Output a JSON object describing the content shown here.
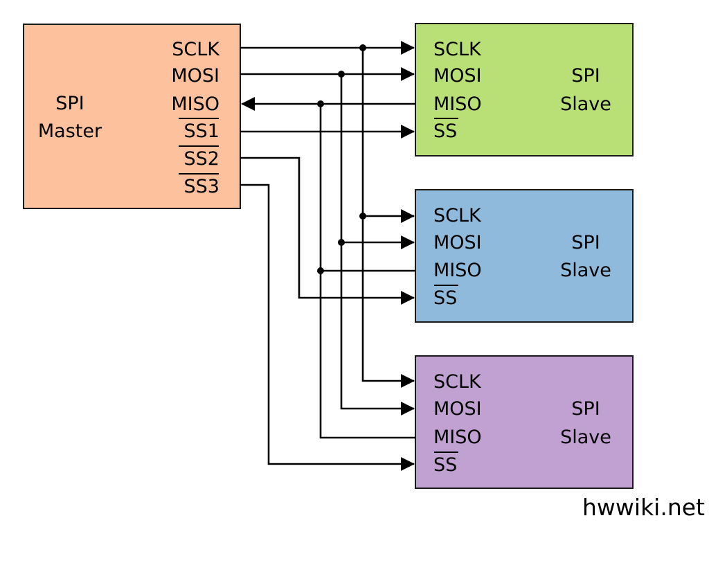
{
  "master": {
    "title_line1": "SPI",
    "title_line2": "Master",
    "color": "#fdc29d",
    "pins": [
      "SCLK",
      "MOSI",
      "MISO",
      "SS1",
      "SS2",
      "SS3"
    ]
  },
  "slaves": [
    {
      "color": "#b8e077",
      "title_line1": "SPI",
      "title_line2": "Slave",
      "pins": [
        "SCLK",
        "MOSI",
        "MISO",
        "SS"
      ]
    },
    {
      "color": "#8fbadb",
      "title_line1": "SPI",
      "title_line2": "Slave",
      "pins": [
        "SCLK",
        "MOSI",
        "MISO",
        "SS"
      ]
    },
    {
      "color": "#c0a1d1",
      "title_line1": "SPI",
      "title_line2": "Slave",
      "pins": [
        "SCLK",
        "MOSI",
        "MISO",
        "SS"
      ]
    }
  ],
  "watermark": {
    "text": "hwwiki.net",
    "color": "#f08a3a"
  }
}
